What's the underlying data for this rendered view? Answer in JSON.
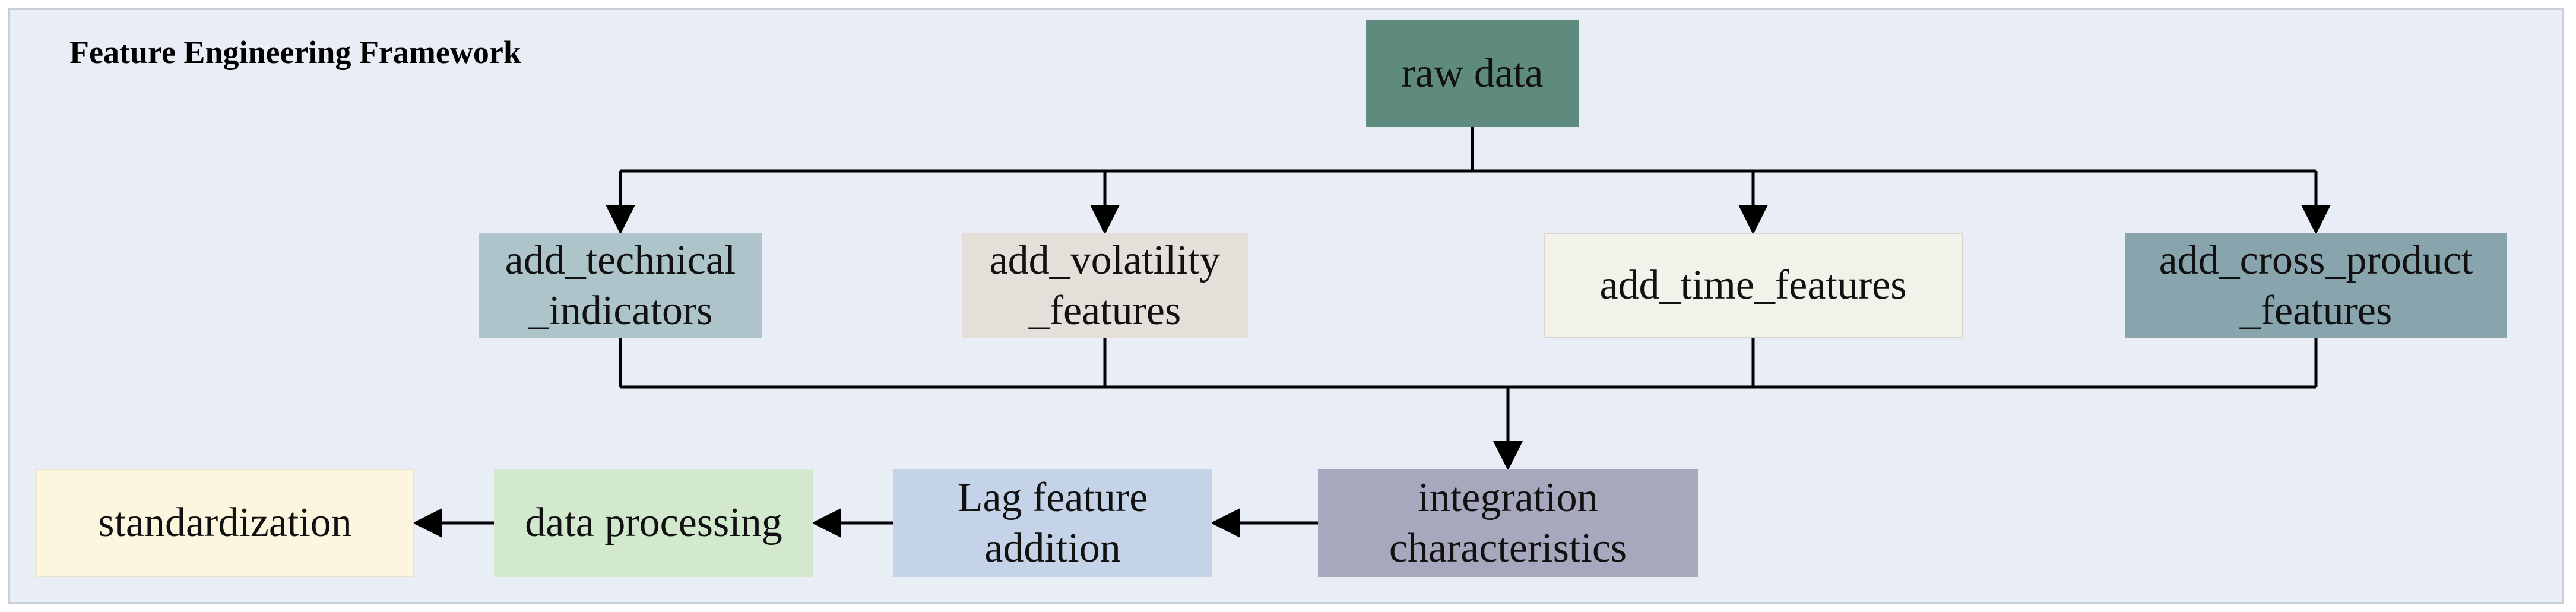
{
  "diagram": {
    "title": "Feature Engineering Framework",
    "nodes": {
      "raw_data": "raw data",
      "technical_indicators": "add_technical\n_indicators",
      "volatility_features": "add_volatility\n_features",
      "time_features": "add_time_features",
      "cross_product_features": "add_cross_product\n_features",
      "integration": "integration\ncharacteristics",
      "lag_feature": "Lag feature\naddition",
      "data_processing": "data processing",
      "standardization": "standardization"
    },
    "edges": [
      [
        "raw_data",
        "technical_indicators"
      ],
      [
        "raw_data",
        "volatility_features"
      ],
      [
        "raw_data",
        "time_features"
      ],
      [
        "raw_data",
        "cross_product_features"
      ],
      [
        "technical_indicators",
        "integration"
      ],
      [
        "volatility_features",
        "integration"
      ],
      [
        "time_features",
        "integration"
      ],
      [
        "cross_product_features",
        "integration"
      ],
      [
        "integration",
        "lag_feature"
      ],
      [
        "lag_feature",
        "data_processing"
      ],
      [
        "data_processing",
        "standardization"
      ]
    ],
    "colors": {
      "panel_background": "#e9edf6",
      "raw_data": "#5f8b7e",
      "technical_indicators": "#adc5ca",
      "volatility_features": "#e4dfd9",
      "time_features": "#f2f1ea",
      "cross_product_features": "#88a5ad",
      "integration": "#a7a8be",
      "lag_feature": "#c4d3e7",
      "data_processing": "#d2e9cd",
      "standardization": "#fdf6de",
      "connector": "#000000"
    }
  }
}
